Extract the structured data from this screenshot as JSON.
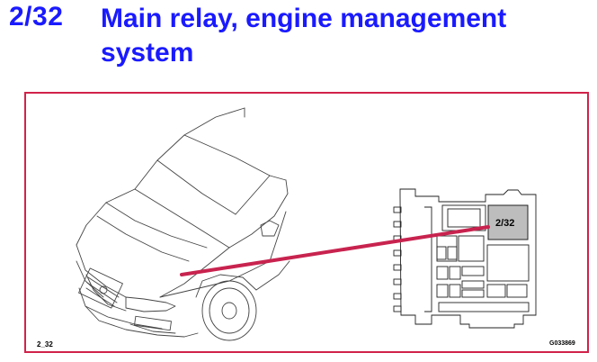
{
  "title": {
    "id": "2/32",
    "text": "Main relay, engine management system"
  },
  "diagram": {
    "relay_label": "2/32",
    "caption_left": "2_32",
    "caption_right": "G033869",
    "colors": {
      "title": "#1a1aff",
      "frame": "#d1224a",
      "pointer": "#c8234f",
      "relay_fill": "#bdbdbd"
    }
  }
}
